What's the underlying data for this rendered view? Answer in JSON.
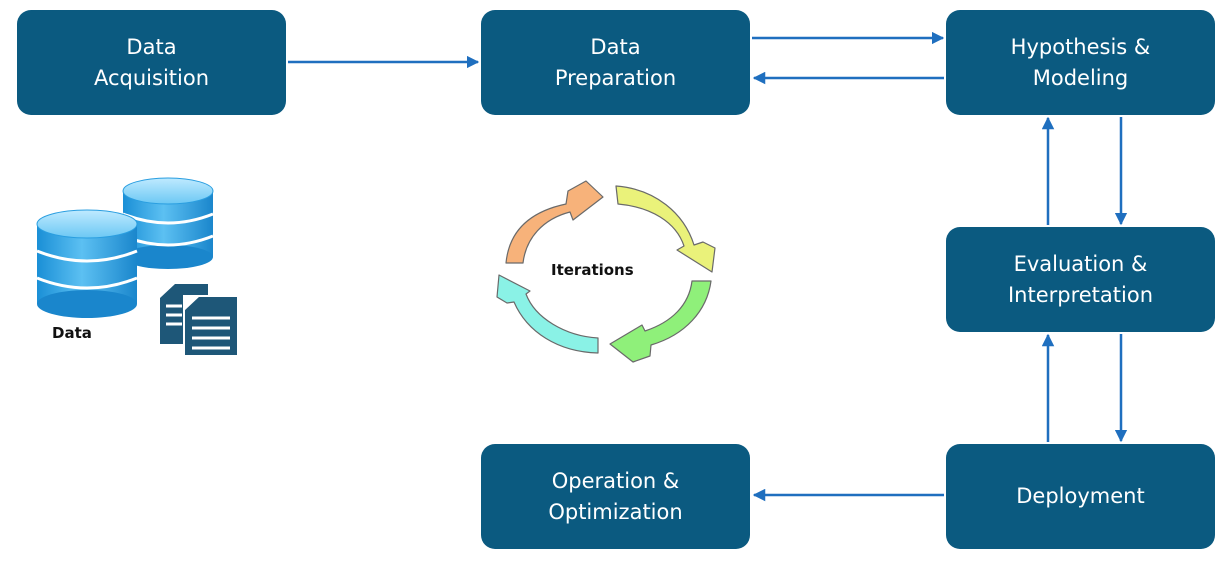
{
  "boxes": {
    "acquisition": {
      "line1": "Data",
      "line2": "Acquisition"
    },
    "preparation": {
      "line1": "Data",
      "line2": "Preparation"
    },
    "hypothesis": {
      "line1": "Hypothesis &",
      "line2": "Modeling"
    },
    "evaluation": {
      "line1": "Evaluation &",
      "line2": "Interpretation"
    },
    "deployment": {
      "line1": "Deployment"
    },
    "operation": {
      "line1": "Operation &",
      "line2": "Optimization"
    }
  },
  "labels": {
    "data": "Data",
    "iterations": "Iterations"
  },
  "icons": [
    "database-icon",
    "documents-icon",
    "cycle-arrows-icon"
  ],
  "colors": {
    "box": "#0b5a80",
    "box_text": "#ffffff",
    "connector": "#1f6fbf",
    "cycle_orange": "#f7b27a",
    "cycle_yellow": "#eaf27a",
    "cycle_green": "#8ff07a",
    "cycle_cyan": "#8af2e6"
  }
}
